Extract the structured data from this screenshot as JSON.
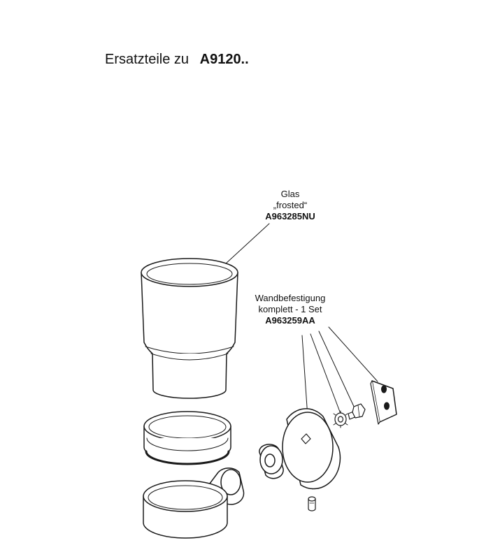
{
  "heading": {
    "prefix": "Ersatzteile zu",
    "model": "A9120.."
  },
  "parts": {
    "glass": {
      "name": "Glas",
      "variant": "„frosted“",
      "article": "A963285NU"
    },
    "wall_mount": {
      "name": "Wandbefestigung",
      "set": "komplett  - 1 Set",
      "article": "A963259AA"
    }
  }
}
